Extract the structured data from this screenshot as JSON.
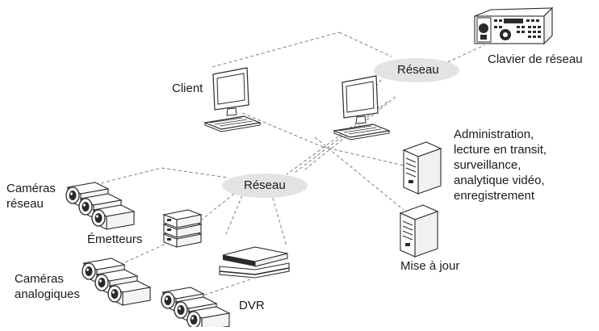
{
  "networks": {
    "top": "Réseau",
    "middle": "Réseau"
  },
  "labels": {
    "keyboard": "Clavier de réseau",
    "client": "Client",
    "server_roles": "Administration,\nlecture en transit,\nsurveillance,\nanalytique vidéo,\nenregistrement",
    "update": "Mise à jour",
    "network_cameras": "Caméras\nréseau",
    "encoders": "Émetteurs",
    "analog_cameras": "Caméras\nanalogiques",
    "dvr": "DVR"
  },
  "colors": {
    "cloud_fill": "#e3e3e3",
    "line": "#808080",
    "device_fill": "#ffffff",
    "device_stroke": "#2b2b2b"
  },
  "icons": {
    "keyboard": "ptz-keyboard-icon",
    "client_pc": "desktop-computer-icon",
    "admin_pc": "desktop-computer-icon",
    "server_main": "server-tower-icon",
    "server_update": "server-tower-icon",
    "network_cameras": "box-camera-icon",
    "encoders": "encoder-rack-icon",
    "analog_cameras": "box-camera-icon",
    "dvr": "dvr-recorder-icon"
  }
}
